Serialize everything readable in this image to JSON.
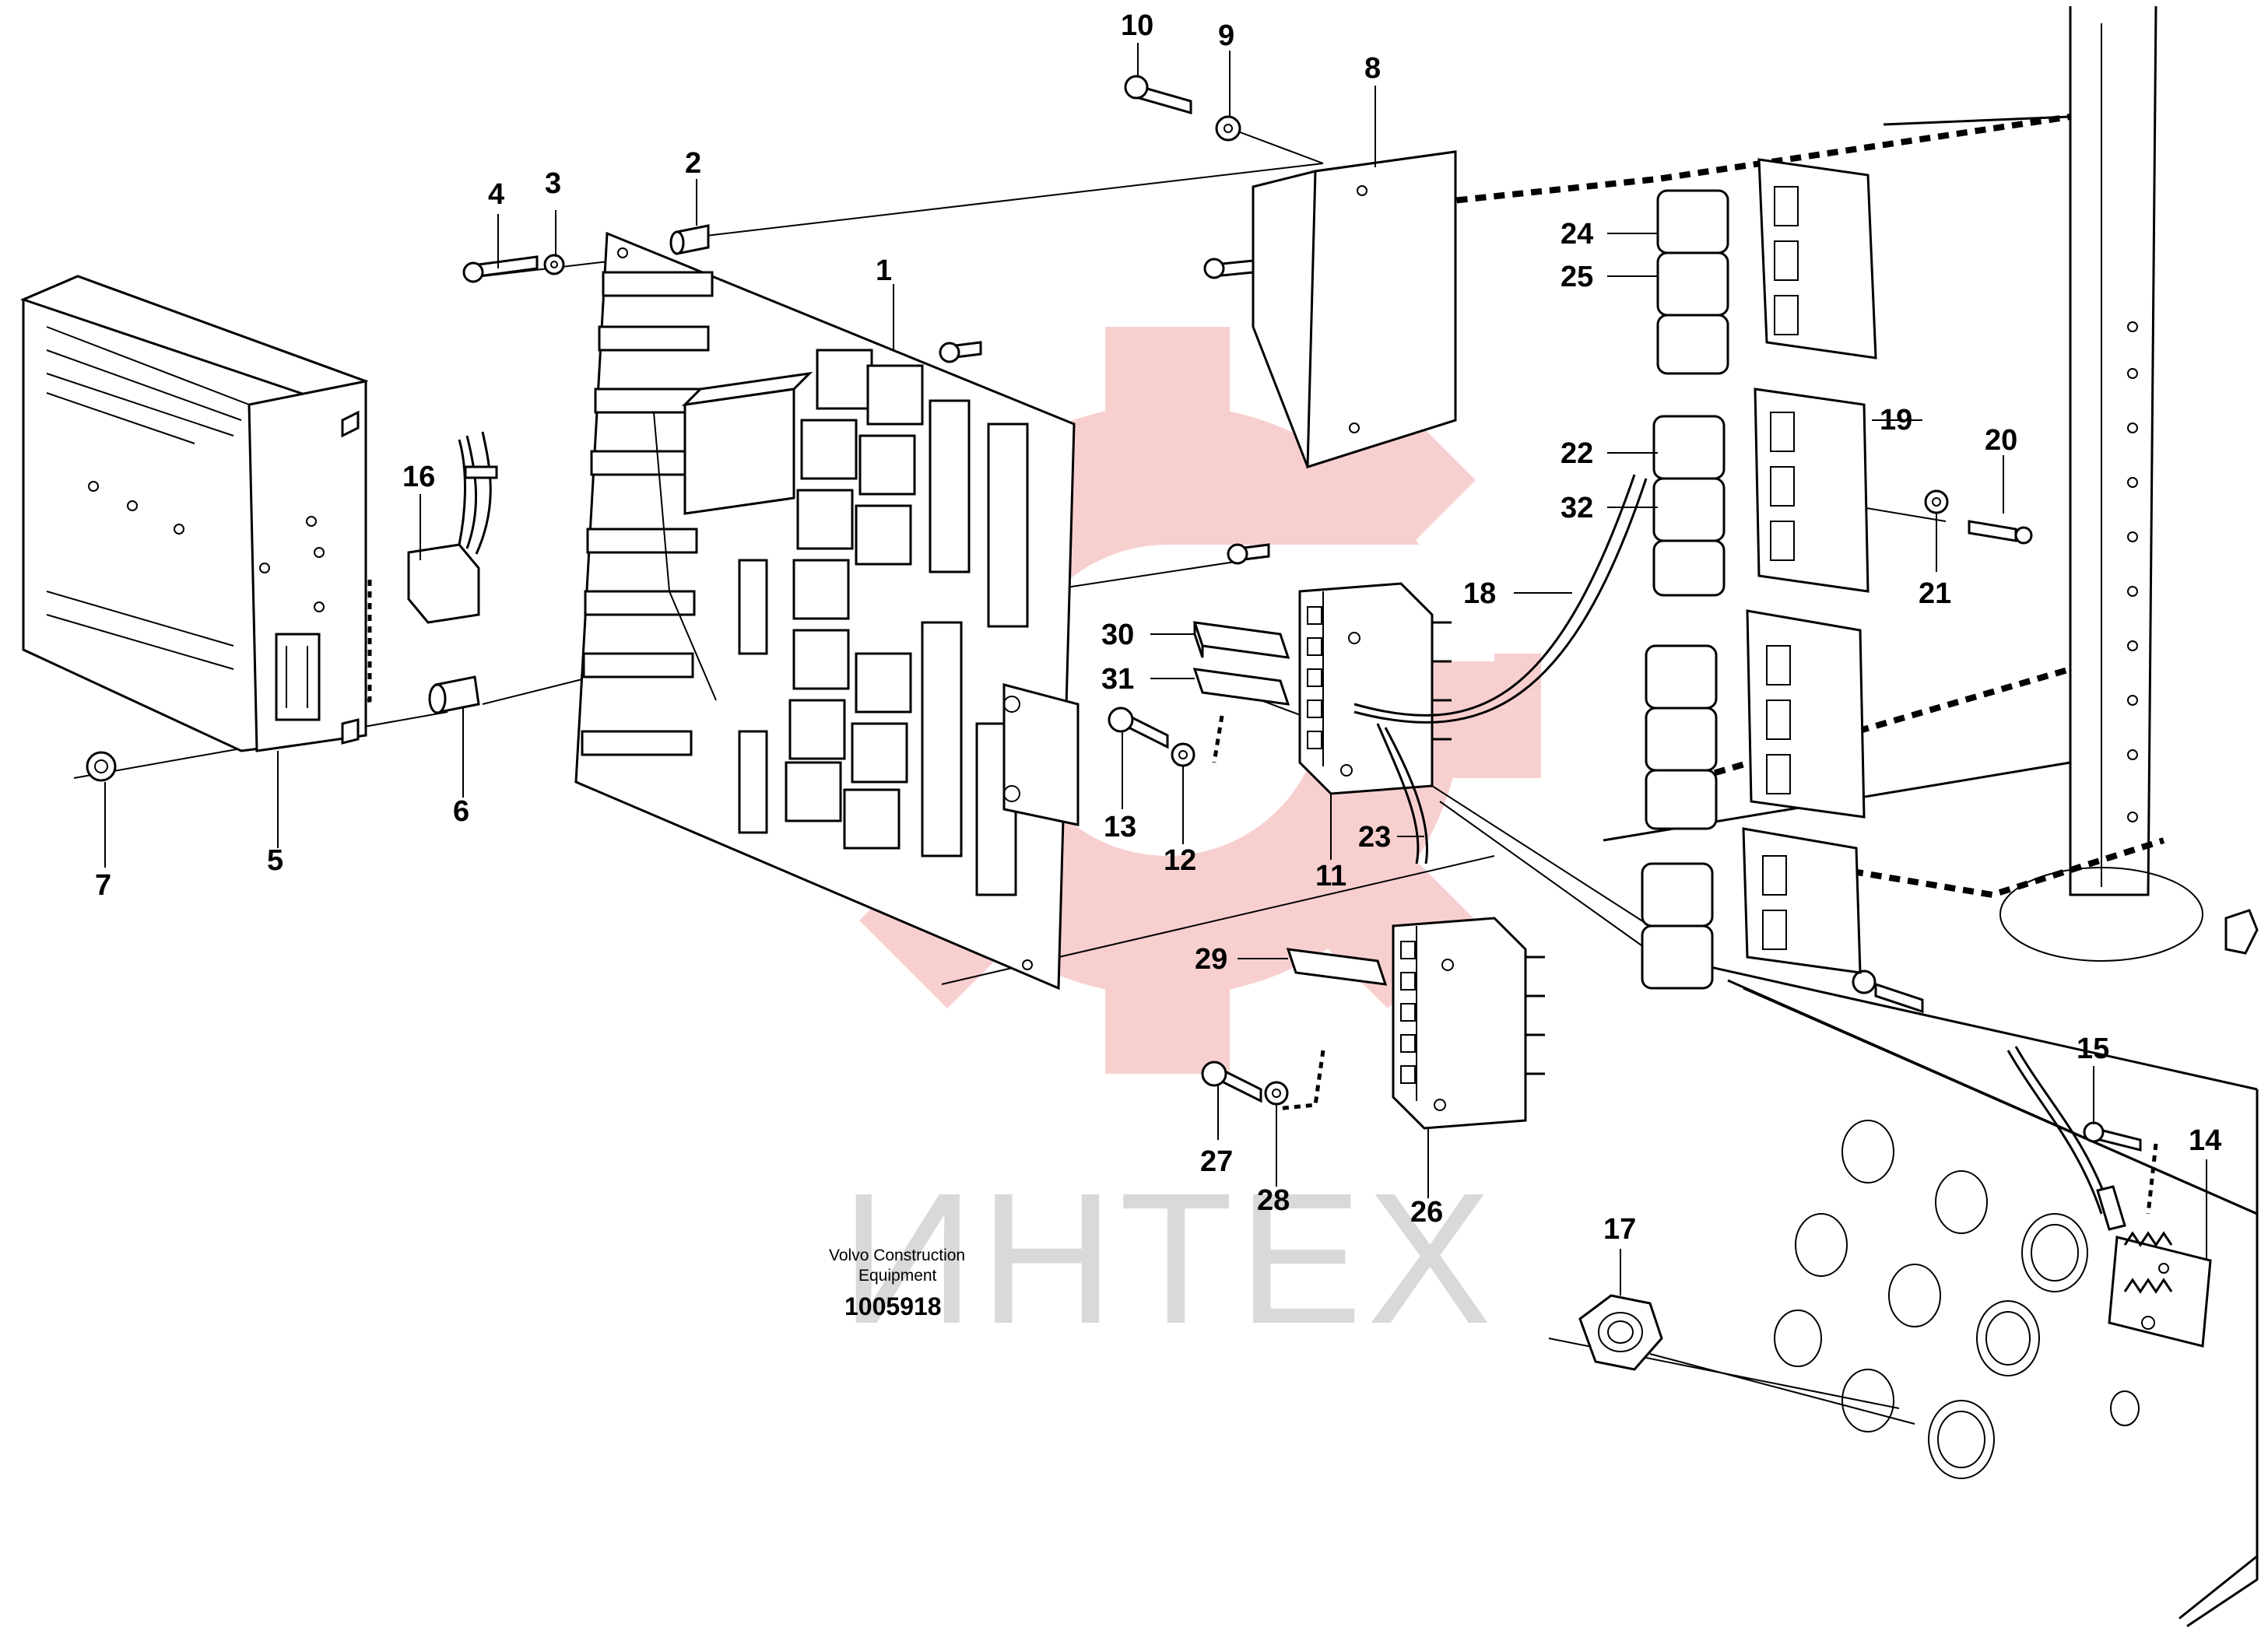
{
  "caption": {
    "line1": "Volvo Construction",
    "line2": "Equipment",
    "code": "1005918"
  },
  "watermark": {
    "text": "ИНТЕХ",
    "color": "#f4a9a9"
  },
  "callouts": [
    {
      "id": "c1",
      "label": "1"
    },
    {
      "id": "c2",
      "label": "2"
    },
    {
      "id": "c3",
      "label": "3"
    },
    {
      "id": "c4",
      "label": "4"
    },
    {
      "id": "c5",
      "label": "5"
    },
    {
      "id": "c6",
      "label": "6"
    },
    {
      "id": "c7",
      "label": "7"
    },
    {
      "id": "c8",
      "label": "8"
    },
    {
      "id": "c9",
      "label": "9"
    },
    {
      "id": "c10",
      "label": "10"
    },
    {
      "id": "c11",
      "label": "11"
    },
    {
      "id": "c12",
      "label": "12"
    },
    {
      "id": "c13",
      "label": "13"
    },
    {
      "id": "c14",
      "label": "14"
    },
    {
      "id": "c15",
      "label": "15"
    },
    {
      "id": "c16",
      "label": "16"
    },
    {
      "id": "c17",
      "label": "17"
    },
    {
      "id": "c18",
      "label": "18"
    },
    {
      "id": "c19",
      "label": "19"
    },
    {
      "id": "c20",
      "label": "20"
    },
    {
      "id": "c21",
      "label": "21"
    },
    {
      "id": "c22",
      "label": "22"
    },
    {
      "id": "c23",
      "label": "23"
    },
    {
      "id": "c24",
      "label": "24"
    },
    {
      "id": "c25",
      "label": "25"
    },
    {
      "id": "c26",
      "label": "26"
    },
    {
      "id": "c27",
      "label": "27"
    },
    {
      "id": "c28",
      "label": "28"
    },
    {
      "id": "c29",
      "label": "29"
    },
    {
      "id": "c30",
      "label": "30"
    },
    {
      "id": "c31",
      "label": "31"
    },
    {
      "id": "c32",
      "label": "32"
    }
  ]
}
